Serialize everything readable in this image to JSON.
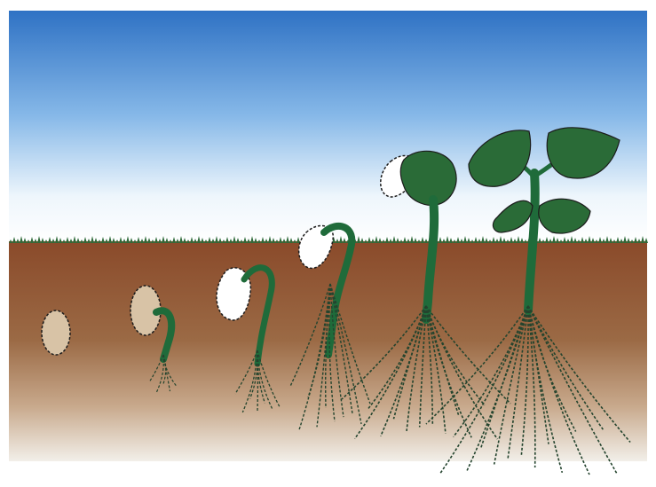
{
  "diagram": {
    "stages": [
      {
        "id": "stage-1",
        "label": ""
      },
      {
        "id": "stage-2",
        "label": ""
      },
      {
        "id": "stage-3",
        "label": ""
      },
      {
        "id": "stage-4",
        "label": ""
      },
      {
        "id": "stage-5",
        "label": ""
      },
      {
        "id": "stage-6",
        "label": ""
      }
    ]
  },
  "colors": {
    "sky_top": "#2f72c4",
    "sky_mid": "#86b8e8",
    "sky_light": "#eef6fc",
    "soil_top": "#8a4a2a",
    "soil_mid": "#9b6a45",
    "soil_bottom": "#f2efe9",
    "grass": "#2f6a3a",
    "plant_green": "#1f6b3a",
    "leaf_green": "#2a6b37",
    "seed_tan": "#d8c3a6",
    "seed_white": "#ffffff",
    "root_dark": "#24442e",
    "outline": "#1c1c1c"
  }
}
